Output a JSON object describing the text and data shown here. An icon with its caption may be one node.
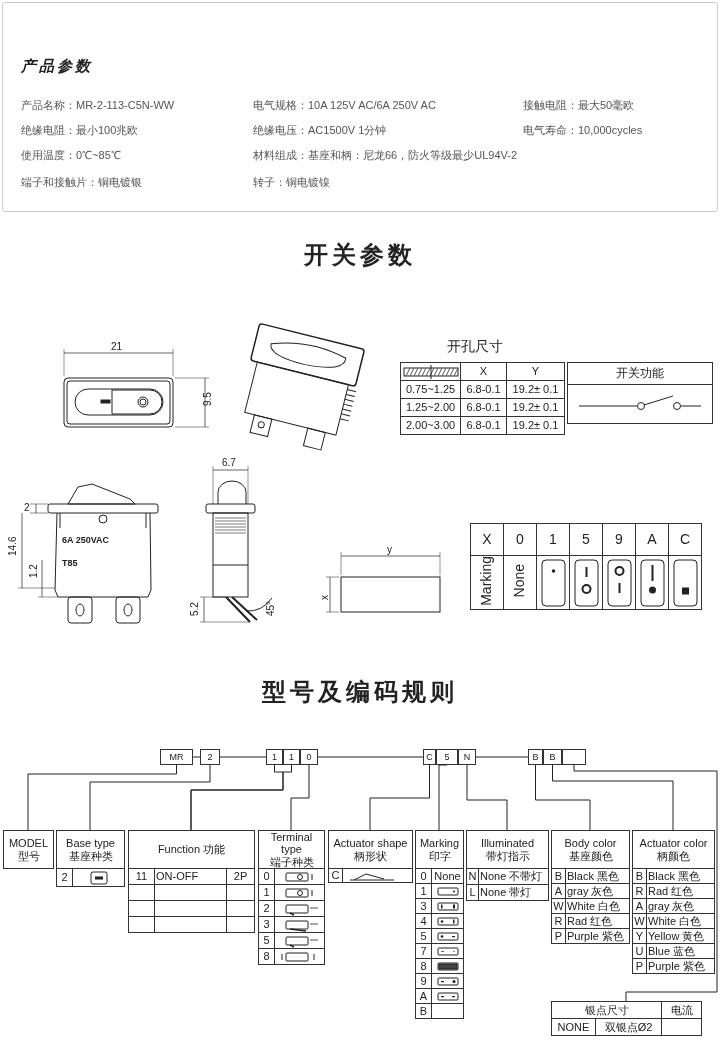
{
  "diagram": {
    "nodes": [
      {
        "text": [
          "产品参数",
          "产品名称：MR-2-113-C5N-WW",
          "电气规格：10A  125V  AC/6A 250V  AC",
          "接触电阻：最大50毫欧",
          "绝缘电阻：最小100兆欧",
          "绝缘电压：AC1500V 1分钟",
          "电气寿命：10,000cycles",
          "使用温度：0℃~85℃",
          "材料组成：基座和柄：尼龙66，防火等级最少UL94V-2",
          "端子和接触片：铜电镀银",
          "转子：铜电镀镍"
        ]
      },
      {
        "text": [
          "开孔尺寸",
          "X",
          "Y",
          "0.75~1.25",
          "6.8-0.1",
          "19.2± 0.1",
          "1.25~2.00",
          "6.8-0.1",
          "19.2± 0.1",
          "2.00~3.00",
          "6.8-0.1",
          "19.2± 0.1"
        ]
      },
      {
        "text": [
          "开关功能"
        ]
      },
      {
        "text": [
          "X",
          "0",
          "1",
          "5",
          "9",
          "A",
          "C",
          "Marking",
          "None"
        ]
      },
      {
        "text": [
          "MR"
        ]
      },
      {
        "text": [
          "2"
        ]
      },
      {
        "text": [
          "1"
        ]
      },
      {
        "text": [
          "1"
        ]
      },
      {
        "text": [
          "0"
        ]
      },
      {
        "text": [
          "C"
        ]
      },
      {
        "text": [
          "5"
        ]
      },
      {
        "text": [
          "N"
        ]
      },
      {
        "text": [
          "B"
        ]
      },
      {
        "text": [
          "B"
        ]
      },
      {
        "text": [],
        "shape": "box"
      },
      {
        "text": [
          "MODEL 型号"
        ]
      },
      {
        "text": [
          "Base type 基座种类",
          "2"
        ]
      },
      {
        "text": [
          "Function 功能",
          "11",
          "ON-OFF",
          "2P"
        ]
      },
      {
        "text": [
          "Terminal type 端子种类",
          "0",
          "1",
          "2",
          "3",
          "5",
          "8"
        ]
      },
      {
        "text": [
          "Actuator shape 柄形状",
          "C"
        ]
      },
      {
        "text": [
          "Marking 印字",
          "0",
          "None",
          "1",
          "3",
          "4",
          "5",
          "7",
          "8",
          "9",
          "A",
          "B"
        ]
      },
      {
        "text": [
          "Illuminated 带灯指示",
          "N",
          "None 不带灯",
          "L",
          "None 带灯"
        ]
      },
      {
        "text": [
          "Body color 基座颜色",
          "B",
          "Black 黑色",
          "A",
          "gray 灰色",
          "W",
          "White 白色",
          "R",
          "Rad 红色",
          "P",
          "Purple 紫色"
        ]
      },
      {
        "text": [
          "Actuator color 柄颜色",
          "B",
          "Black 黑色",
          "R",
          "Rad 红色",
          "A",
          "gray 灰色",
          "W",
          "White 白色",
          "Y",
          "Yellow 黄色",
          "U",
          "Blue 蓝色",
          "P",
          "Purple 紫色"
        ]
      },
      {
        "text": [
          "银点尺寸",
          "电流",
          "NONE",
          "双银点Ø2"
        ]
      }
    ],
    "edges": [
      {
        "from": 4,
        "to": 5,
        "arrow": "none"
      },
      {
        "from": 5,
        "to": 6,
        "arrow": "none"
      },
      {
        "from": 8,
        "to": 9,
        "arrow": "none"
      },
      {
        "from": 11,
        "to": 12,
        "arrow": "none"
      },
      {
        "from": 4,
        "to": 15,
        "arrow": "none"
      },
      {
        "from": 5,
        "to": 16,
        "arrow": "none"
      },
      {
        "from": 6,
        "to": 17,
        "arrow": "none"
      },
      {
        "from": 7,
        "to": 17,
        "arrow": "none"
      },
      {
        "from": 8,
        "to": 18,
        "arrow": "none"
      },
      {
        "from": 9,
        "to": 19,
        "arrow": "none"
      },
      {
        "from": 10,
        "to": 20,
        "arrow": "none"
      },
      {
        "from": 11,
        "to": 21,
        "arrow": "none"
      },
      {
        "from": 12,
        "to": 22,
        "arrow": "none"
      },
      {
        "from": 13,
        "to": 23,
        "arrow": "none"
      },
      {
        "from": 14,
        "to": 24,
        "arrow": "none"
      }
    ],
    "labels": [
      "开关参数",
      "21",
      "9.5",
      "6.7",
      "2",
      "14.6",
      "1.2",
      "6A 250VAC",
      "T85",
      "y",
      "x",
      "5.2",
      "45°",
      "型号及编码规则"
    ]
  }
}
